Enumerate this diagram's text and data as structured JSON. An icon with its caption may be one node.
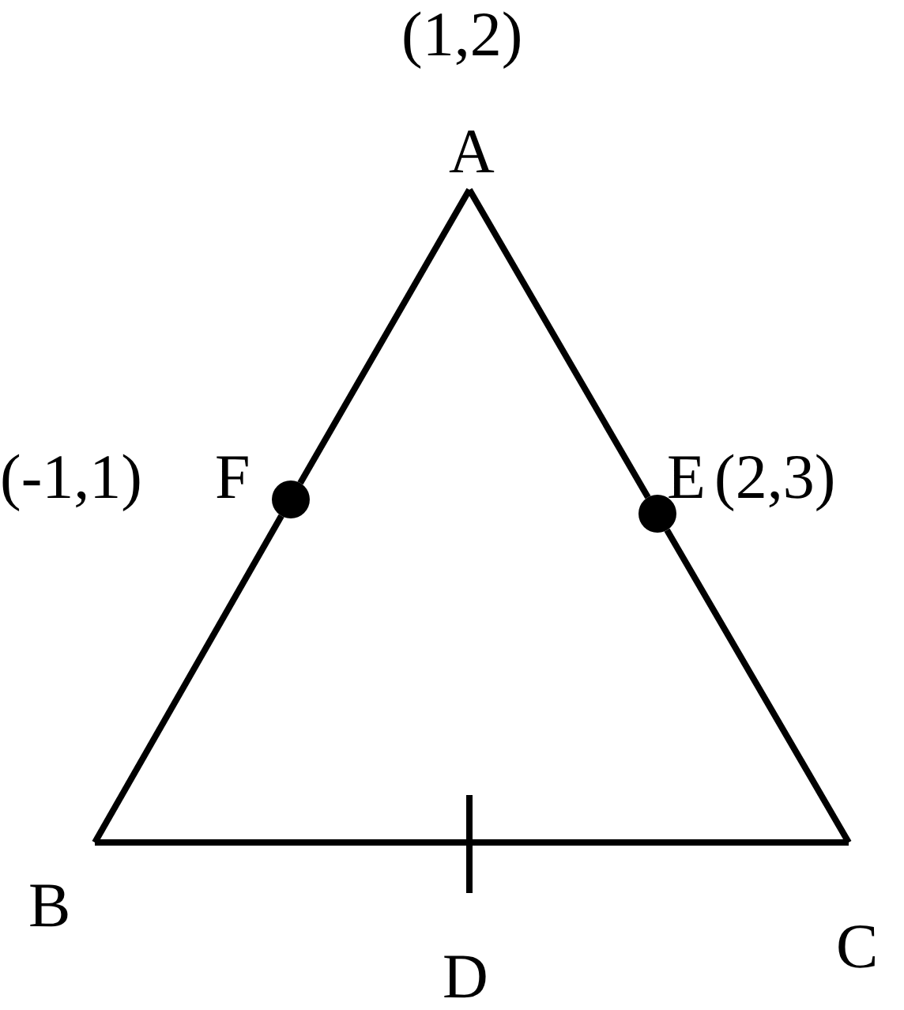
{
  "diagram": {
    "nodes": [
      {
        "text": [
          "A"
        ],
        "beside": [
          "(1,2)"
        ]
      },
      {
        "text": [
          "F"
        ],
        "beside": [
          "(-1,1)"
        ]
      },
      {
        "text": [
          "E"
        ],
        "beside": [
          "(2,3)"
        ]
      },
      {
        "text": [
          "B"
        ]
      },
      {
        "text": [
          "D"
        ]
      },
      {
        "text": [
          "C"
        ]
      }
    ],
    "edges": [
      {
        "from": 0,
        "to": 1,
        "arrow": "none"
      },
      {
        "from": 1,
        "to": 3,
        "arrow": "none"
      },
      {
        "from": 3,
        "to": 4,
        "arrow": "none"
      },
      {
        "from": 4,
        "to": 5,
        "arrow": "none"
      },
      {
        "from": 5,
        "to": 2,
        "arrow": "none"
      },
      {
        "from": 2,
        "to": 0,
        "arrow": "none"
      }
    ]
  }
}
